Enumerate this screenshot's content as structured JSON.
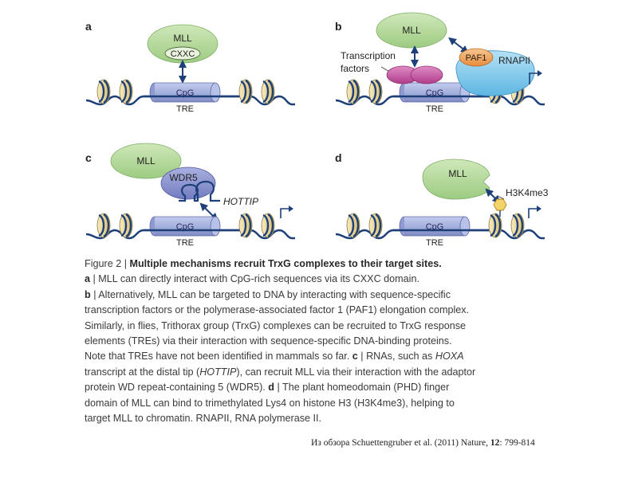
{
  "panels": {
    "a": {
      "letter": "a",
      "mll": "MLL",
      "cxxc": "CXXC",
      "cpg": "CpG",
      "tre": "TRE"
    },
    "b": {
      "letter": "b",
      "mll": "MLL",
      "tf_line1": "Transcription",
      "tf_line2": "factors",
      "paf1": "PAF1",
      "rnapii": "RNAPII",
      "cpg": "CpG",
      "tre": "TRE"
    },
    "c": {
      "letter": "c",
      "mll": "MLL",
      "wdr5": "WDR5",
      "hottip": "HOTTIP",
      "cpg": "CpG",
      "tre": "TRE"
    },
    "d": {
      "letter": "d",
      "mll": "MLL",
      "h3k4me3": "H3K4me3",
      "cpg": "CpG",
      "tre": "TRE"
    }
  },
  "colors": {
    "mll_green": "#b5d99a",
    "cxxc_fill": "#e8f2dd",
    "histone_blue": "#a7b3dd",
    "wdr5_blue": "#8b94cf",
    "dna_navy": "#1d3f7a",
    "nucleosome_yellow": "#ecd79a",
    "tf_magenta": "#c34d9c",
    "paf1_orange": "#f0a25a",
    "rnapii_cyan": "#7ec7ea",
    "h3k4me3_yellow": "#f4d36b"
  },
  "caption": {
    "lines": [
      [
        {
          "b": false,
          "t": "Figure 2 | "
        },
        {
          "b": true,
          "t": "Multiple mechanisms recruit TrxG complexes to their target sites."
        }
      ],
      [
        {
          "b": true,
          "t": "a"
        },
        {
          "b": false,
          "t": " | MLL can directly interact with CpG-rich sequences via its CXXC domain."
        }
      ],
      [
        {
          "b": true,
          "t": "b"
        },
        {
          "b": false,
          "t": " | Alternatively, MLL can be targeted to DNA by interacting with sequence-specific"
        }
      ],
      [
        {
          "b": false,
          "t": "transcription factors or the polymerase-associated factor 1 (PAF1) elongation complex."
        }
      ],
      [
        {
          "b": false,
          "t": "Similarly, in flies, Trithorax group (TrxG) complexes can be recruited to TrxG response"
        }
      ],
      [
        {
          "b": false,
          "t": "elements (TREs) via their interaction with sequence-specific DNA-binding proteins."
        }
      ],
      [
        {
          "b": false,
          "t": "Note that TREs have not been identified in mammals so far. "
        },
        {
          "b": true,
          "t": "c"
        },
        {
          "b": false,
          "t": " | RNAs, such as "
        },
        {
          "i": true,
          "t": "HOXA"
        }
      ],
      [
        {
          "b": false,
          "t": "transcript at the distal tip ("
        },
        {
          "i": true,
          "t": "HOTTIP"
        },
        {
          "b": false,
          "t": "), can recruit MLL via their interaction with the adaptor"
        }
      ],
      [
        {
          "b": false,
          "t": "protein WD repeat-containing 5 (WDR5). "
        },
        {
          "b": true,
          "t": "d"
        },
        {
          "b": false,
          "t": " | The plant homeodomain (PHD) finger"
        }
      ],
      [
        {
          "b": false,
          "t": "domain of MLL can bind to trimethylated Lys4 on histone H3 (H3K4me3), helping to"
        }
      ],
      [
        {
          "b": false,
          "t": "target MLL to chromatin. RNAPII, RNA polymerase II."
        }
      ]
    ]
  },
  "credit": {
    "prefix": "Из обзора Schuettengruber  et al. (2011) Nature, ",
    "volume": "12",
    "pages": ": 799-814"
  }
}
